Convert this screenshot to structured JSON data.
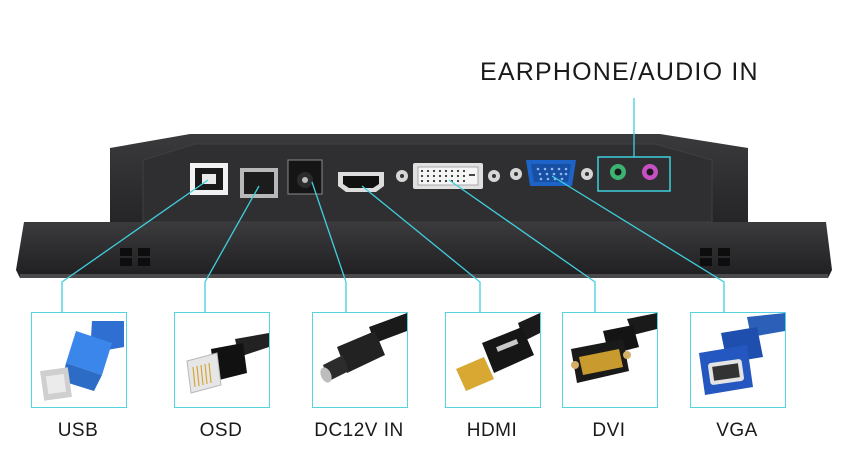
{
  "header": {
    "earphone_label": "EARPHONE/AUDIO IN"
  },
  "ports": [
    {
      "label": "USB",
      "icon": "usb-b-cable-icon"
    },
    {
      "label": "OSD",
      "icon": "rj45-cable-icon"
    },
    {
      "label": "DC12V IN",
      "icon": "dc-barrel-plug-icon"
    },
    {
      "label": "HDMI",
      "icon": "hdmi-cable-icon"
    },
    {
      "label": "DVI",
      "icon": "dvi-cable-icon"
    },
    {
      "label": "VGA",
      "icon": "vga-cable-icon"
    }
  ],
  "colors": {
    "leader_line": "#3fd0de",
    "device_body": "#2d2d2f",
    "vga_port": "#1e63c8",
    "audio_green": "#3cb371",
    "audio_pink": "#c64fc1"
  }
}
